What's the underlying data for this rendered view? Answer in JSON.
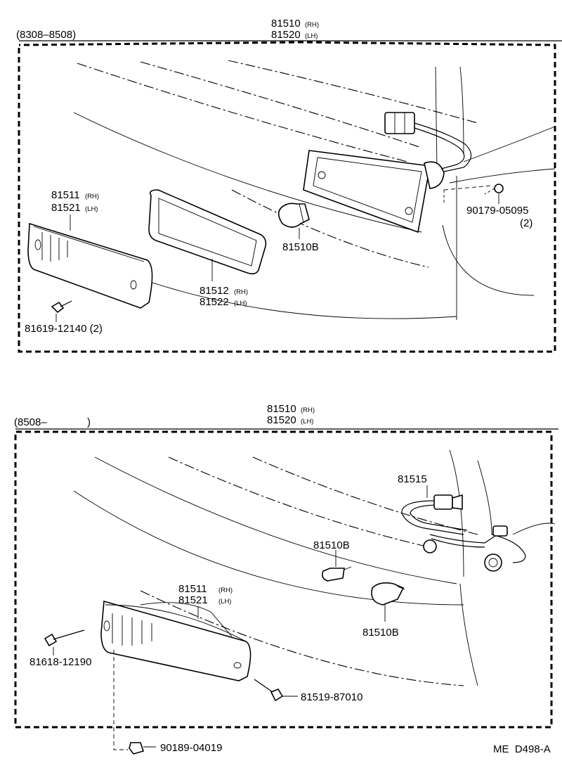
{
  "sections": [
    {
      "period": "(8308–8508)",
      "assembly": {
        "rh": "81510",
        "rh_tag": "(RH)",
        "lh": "81520",
        "lh_tag": "(LH)"
      },
      "lens": {
        "rh": "81511",
        "rh_tag": "(RH)",
        "lh": "81521",
        "lh_tag": "(LH)"
      },
      "gasket": {
        "rh": "81512",
        "rh_tag": "(RH)",
        "lh": "81522",
        "lh_tag": "(LH)"
      },
      "bulb": "81510B",
      "screw": "81619-12140 (2)",
      "nut": "90179-05095",
      "nut_qty": "(2)"
    },
    {
      "period": "(8508–",
      "period_close": ")",
      "assembly": {
        "rh": "81510",
        "rh_tag": "(RH)",
        "lh": "81520",
        "lh_tag": "(LH)"
      },
      "socket": "81515",
      "bulb_small": "81510B",
      "lens": {
        "rh": "81511",
        "rh_tag": "(RH)",
        "lh": "81521",
        "lh_tag": "(LH)"
      },
      "bulb_large": "81510B",
      "screw": "81618-12190",
      "bolt": "81519-87010",
      "clip": "90189-04019"
    }
  ],
  "footer": "ME  D498-A"
}
